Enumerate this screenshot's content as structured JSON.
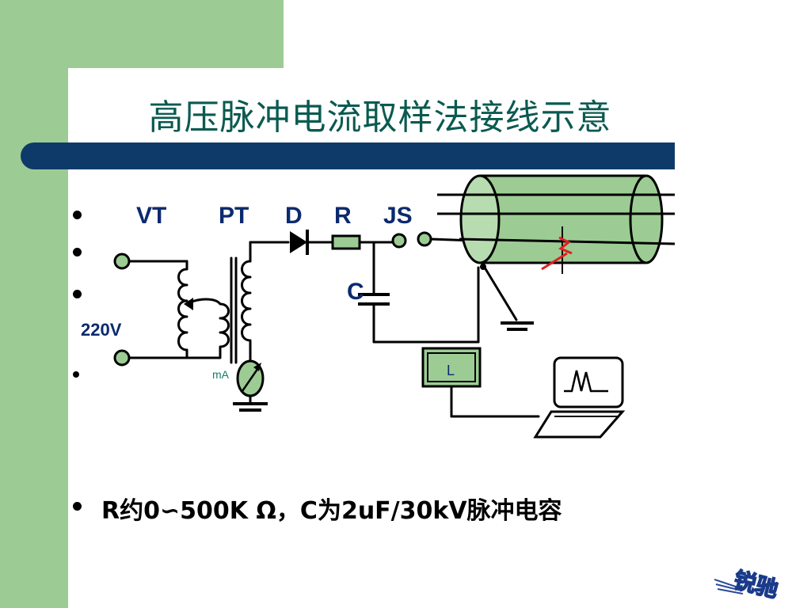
{
  "slide": {
    "title": "高压脉冲电流取样法接线示意",
    "bottom_note": "R约0∽500K Ω，C为2uF/30kV脉冲电容"
  },
  "diagram": {
    "label_vt": "VT",
    "label_pt": "PT",
    "label_d": "D",
    "label_r": "R",
    "label_js": "JS",
    "label_c": "C",
    "label_voltage": "220V",
    "label_ma": "mA",
    "label_l": "L"
  },
  "logo": {
    "text": "锐驰"
  },
  "colors": {
    "strip_green": "#9ccc94",
    "title_bar": "#0e3a6a",
    "title_text": "#0a5a50",
    "label_blue": "#0b2a6e",
    "cable_green": "#9ccc94",
    "fault_red": "#e02020"
  }
}
